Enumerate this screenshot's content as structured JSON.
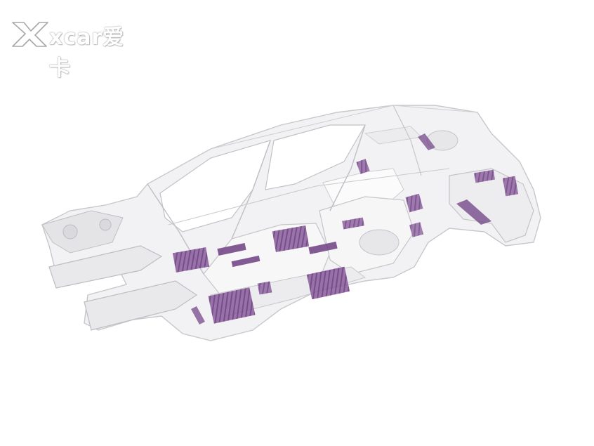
{
  "watermark": {
    "brand": "XCAR爱卡",
    "logo_text": "xcar爱卡"
  },
  "colors": {
    "background": "#ffffff",
    "body_panel": "#f1f1f3",
    "body_edge": "#c9c9cd",
    "pad_fill": "#7b4c8f",
    "pad_light": "#a684b6"
  },
  "image": {
    "subject": "car-body-in-white-with-damping-pads"
  }
}
